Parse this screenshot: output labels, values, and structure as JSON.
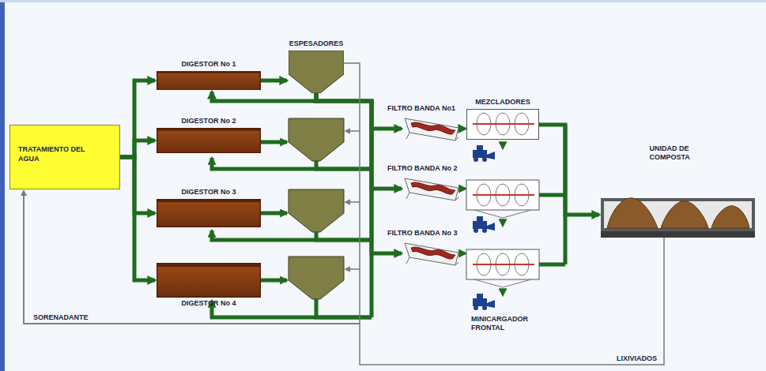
{
  "diagram": {
    "nodes": [
      {
        "text": [
          "TRATAMIENTO DEL AGUA"
        ]
      },
      {
        "text": [
          "DIGESTOR No 1"
        ]
      },
      {
        "text": [
          "DIGESTOR No 2"
        ]
      },
      {
        "text": [
          "DIGESTOR No 3"
        ]
      },
      {
        "text": [
          "DIGESTOR No 4"
        ]
      },
      {
        "text": [
          "ESPESADORES"
        ]
      },
      {
        "text": [
          "FILTRO BANDA No1"
        ]
      },
      {
        "text": [
          "FILTRO BANDA No 2"
        ]
      },
      {
        "text": [
          "FILTRO BANDA No 3"
        ]
      },
      {
        "text": [
          "MEZCLADORES"
        ]
      },
      {
        "text": [
          "UNIDAD DE COMPOSTA"
        ]
      }
    ],
    "edges": [
      {
        "from": 0,
        "to": 1,
        "arrow": "to"
      },
      {
        "from": 0,
        "to": 2,
        "arrow": "to"
      },
      {
        "from": 0,
        "to": 3,
        "arrow": "to"
      },
      {
        "from": 0,
        "to": 4,
        "arrow": "to"
      },
      {
        "from": 1,
        "to": 5,
        "arrow": "to"
      },
      {
        "from": 5,
        "to": 1,
        "arrow": "to"
      },
      {
        "from": 5,
        "to": 6,
        "arrow": "to"
      },
      {
        "from": 5,
        "to": 7,
        "arrow": "to"
      },
      {
        "from": 5,
        "to": 8,
        "arrow": "to"
      },
      {
        "from": 6,
        "to": 9,
        "arrow": "to"
      },
      {
        "from": 9,
        "to": 10,
        "arrow": "to"
      },
      {
        "from": 10,
        "to": 0,
        "label": "LIXIVIADOS",
        "arrow": "to"
      },
      {
        "from": 5,
        "to": 0,
        "label": "SORENADANTE",
        "arrow": "to"
      }
    ],
    "labels": [
      "MINICARGADOR FRONTAL"
    ]
  }
}
